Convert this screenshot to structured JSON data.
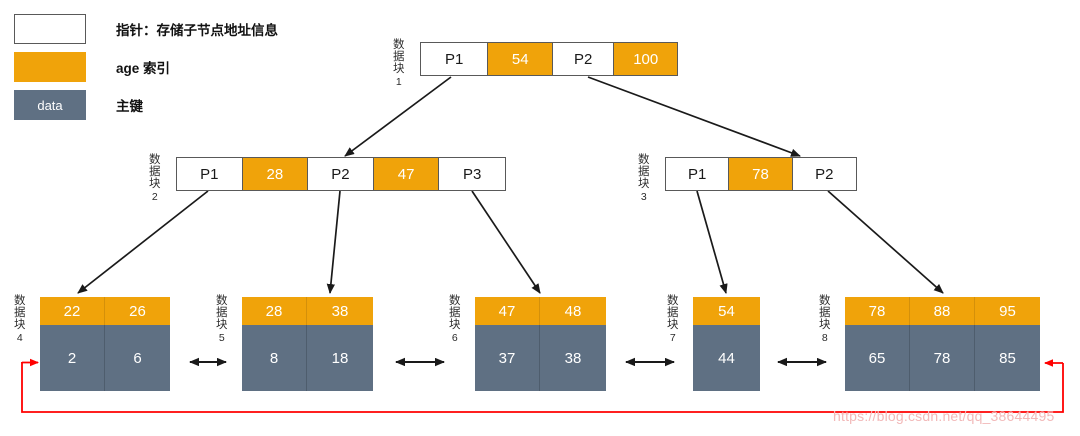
{
  "legend": {
    "items": [
      {
        "swatch": "pointer",
        "swatch_text": "",
        "label": "指针：存储子节点地址信息"
      },
      {
        "swatch": "age",
        "swatch_text": "",
        "label": "age 索引"
      },
      {
        "swatch": "data",
        "swatch_text": "data",
        "label": "主键"
      }
    ]
  },
  "colors": {
    "age_index": "#F0A30A",
    "data_primary": "#5F7083",
    "pointer": "#FFFFFF",
    "border": "#595959",
    "leaf_link": "#FF0000",
    "edge": "#1a1a1a"
  },
  "tree": {
    "caption_prefix_chars": [
      "数",
      "据",
      "块"
    ],
    "internal_nodes": [
      {
        "id": "node-1",
        "block_no": "1",
        "cells": [
          {
            "type": "pointer",
            "text": "P1"
          },
          {
            "type": "key",
            "text": "54"
          },
          {
            "type": "pointer",
            "text": "P2"
          },
          {
            "type": "key",
            "text": "100"
          }
        ]
      },
      {
        "id": "node-2",
        "block_no": "2",
        "cells": [
          {
            "type": "pointer",
            "text": "P1"
          },
          {
            "type": "key",
            "text": "28"
          },
          {
            "type": "pointer",
            "text": "P2"
          },
          {
            "type": "key",
            "text": "47"
          },
          {
            "type": "pointer",
            "text": "P3"
          }
        ]
      },
      {
        "id": "node-3",
        "block_no": "3",
        "cells": [
          {
            "type": "pointer",
            "text": "P1"
          },
          {
            "type": "key",
            "text": "78"
          },
          {
            "type": "pointer",
            "text": "P2"
          }
        ]
      }
    ],
    "leaf_nodes": [
      {
        "id": "leaf-4",
        "block_no": "4",
        "age_keys": [
          "22",
          "26"
        ],
        "primary_keys": [
          "2",
          "6"
        ]
      },
      {
        "id": "leaf-5",
        "block_no": "5",
        "age_keys": [
          "28",
          "38"
        ],
        "primary_keys": [
          "8",
          "18"
        ]
      },
      {
        "id": "leaf-6",
        "block_no": "6",
        "age_keys": [
          "47",
          "48"
        ],
        "primary_keys": [
          "37",
          "38"
        ]
      },
      {
        "id": "leaf-7",
        "block_no": "7",
        "age_keys": [
          "54"
        ],
        "primary_keys": [
          "44"
        ]
      },
      {
        "id": "leaf-8",
        "block_no": "8",
        "age_keys": [
          "78",
          "88",
          "95"
        ],
        "primary_keys": [
          "65",
          "78",
          "85"
        ]
      }
    ],
    "sibling_links_count": 4,
    "circular_link": {
      "from": "leaf-8",
      "to": "leaf-4",
      "color": "#FF0000"
    }
  },
  "watermark": {
    "text": "https://blog.csdn.net/qq_38644495"
  }
}
